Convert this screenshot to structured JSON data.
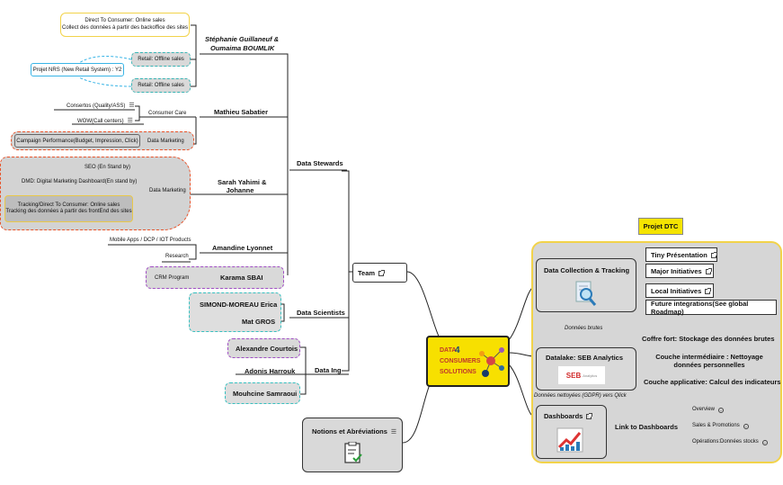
{
  "central": {
    "line1": "DATA",
    "line2": "CONSUMERS",
    "line3": "SOLUTIONS",
    "digit": "4"
  },
  "team": {
    "label": "Team"
  },
  "groups": {
    "stewards": "Data Stewards",
    "scientists": "Data Scientists",
    "ing": "Data Ing"
  },
  "people": {
    "stephanie": "Stéphanie Guillaneuf &",
    "oumaima": "Oumaima BOUMLIK",
    "mathieu": "Mathieu Sabatier",
    "sarah1": "Sarah Yahimi &",
    "sarah2": "Johanne",
    "amandine": "Amandine Lyonnet",
    "karama": "Karama SBAI",
    "erica": "SIMOND-MOREAU Erica",
    "mat": "Mat GROS",
    "alexandre": "Alexandre Courtois",
    "adonis": "Adonis Harrouk",
    "mouhcine": "Mouhcine Samraoui"
  },
  "items": {
    "dtc1": "Direct To Consumer: Online sales",
    "dtc2": "Collect des données à partir des backoffice des sites",
    "retail1": "Retail: Offline sales",
    "nrs": "Projet NRS (New Retail System) : Y2",
    "retail2": "Retail: Offline sales",
    "consertos": "Consertos (Quality/ASS)",
    "wow": "WOW(Call centers)",
    "consumer_care": "Consumer Care",
    "campaign": "Campaign Performance(Budget, Impression, Click)",
    "data_marketing1": "Data Marketing",
    "seo": "SEO (En Stand by)",
    "dmd": "DMD: Digital Marketing Dashboard(En stand by)",
    "data_marketing2": "Data Marketing",
    "tracking1": "Tracking/Direct To Consumer: Online sales",
    "tracking2": "Tracking des données à partir des frontEnd des sites",
    "mobile": "Mobile Apps / DCP / IOT Products",
    "research": "Research",
    "crm": "CRM Program"
  },
  "notions": {
    "label": "Notions et Abréviations"
  },
  "projet": {
    "title": "Projet DTC",
    "collection": "Data Collection & Tracking",
    "tiny": "Tiny Présentation",
    "major": "Major Initiatives",
    "local": "Local Initiatives",
    "future": "Future integrations(See global Roadmap)",
    "donnees_brutes": "Données brutes",
    "datalake": "Datalake: SEB Analytics",
    "seb_logo": "SEB",
    "seb_sub": "Analytics",
    "coffre": "Coffre fort: Stockage des données brutes",
    "couche_int": "Couche intermédiaire : Nettoyage données personnelles",
    "couche_app": "Couche applicative: Calcul des indicateurs",
    "nettoyees": "Données nettoyées (GDPR) vers Qlick",
    "dashboards": "Dashboards",
    "link": "Link to Dashboards",
    "overview": "Overview",
    "sales": "Sales & Promotions",
    "operations": "Opérations:Données stocks"
  },
  "colors": {
    "accent_yellow": "#f5e400",
    "card_gray": "#d9d9d9",
    "line": "#222222",
    "red_dashed": "#e8532a",
    "teal_dashed": "#37b4b4",
    "purple_dashed": "#a04ec4"
  }
}
